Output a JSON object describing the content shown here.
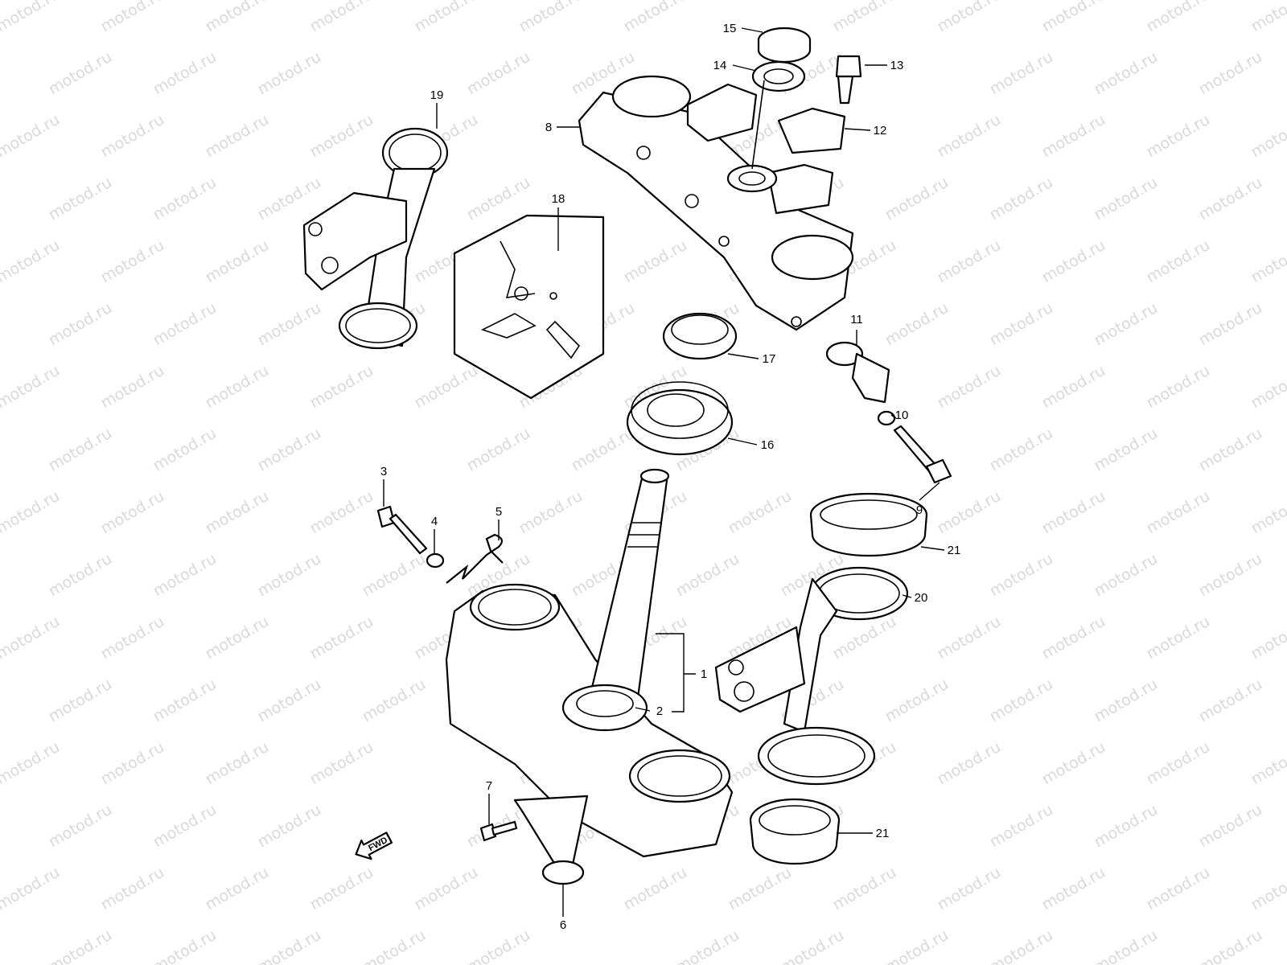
{
  "watermark": "motod.ru",
  "fwd_arrow": {
    "label": "FWD",
    "icon": "fwd-arrow-icon"
  },
  "callouts": [
    {
      "id": "15",
      "label": "15"
    },
    {
      "id": "14",
      "label": "14"
    },
    {
      "id": "13",
      "label": "13"
    },
    {
      "id": "19",
      "label": "19"
    },
    {
      "id": "8",
      "label": "8"
    },
    {
      "id": "12",
      "label": "12"
    },
    {
      "id": "18",
      "label": "18"
    },
    {
      "id": "11",
      "label": "11"
    },
    {
      "id": "17",
      "label": "17"
    },
    {
      "id": "10",
      "label": "10"
    },
    {
      "id": "16",
      "label": "16"
    },
    {
      "id": "3",
      "label": "3"
    },
    {
      "id": "9",
      "label": "9"
    },
    {
      "id": "5",
      "label": "5"
    },
    {
      "id": "4",
      "label": "4"
    },
    {
      "id": "21a",
      "label": "21"
    },
    {
      "id": "20",
      "label": "20"
    },
    {
      "id": "1",
      "label": "1"
    },
    {
      "id": "2",
      "label": "2"
    },
    {
      "id": "7",
      "label": "7"
    },
    {
      "id": "21b",
      "label": "21"
    },
    {
      "id": "6",
      "label": "6"
    }
  ]
}
